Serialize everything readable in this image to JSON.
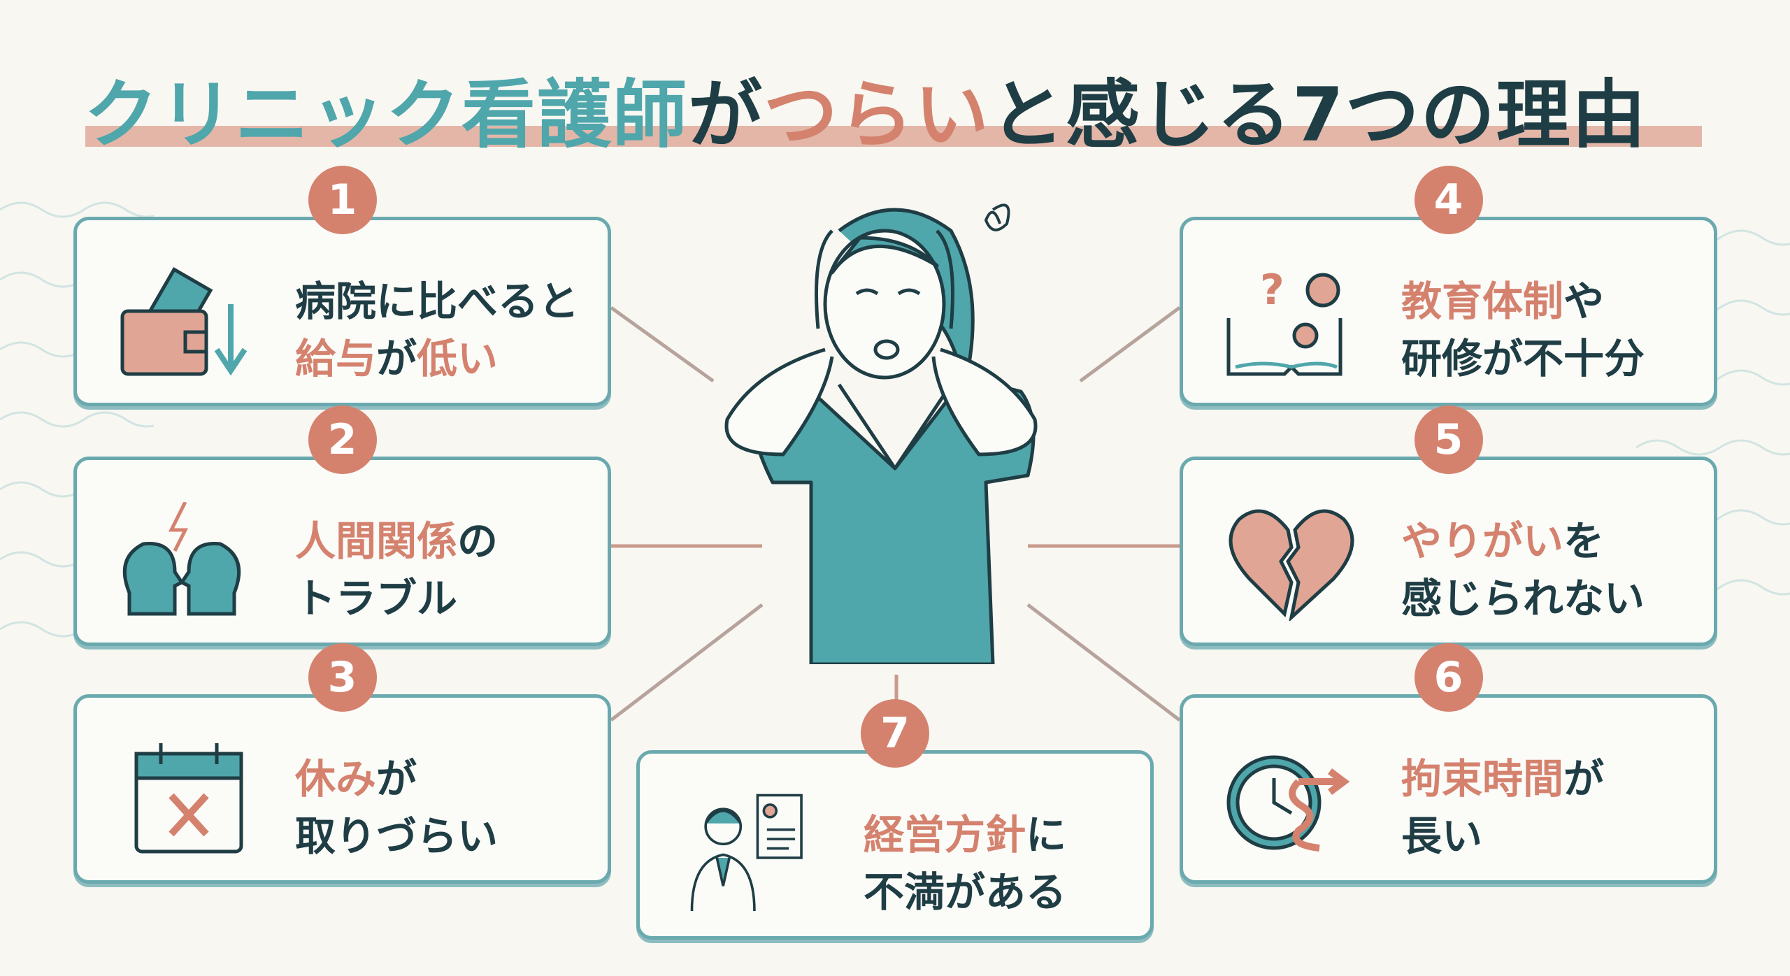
{
  "title": {
    "part1": "クリニック看護師",
    "part2": "が",
    "part3": "つらい",
    "part4": "と感じる7つの理由"
  },
  "reasons": [
    {
      "number": "1",
      "line1_plain": "病院に比べると",
      "line2_highlight": "給与",
      "line2_mid": "が",
      "line2_highlight2": "低い",
      "icon": "wallet-down-icon"
    },
    {
      "number": "2",
      "line1_highlight": "人間関係",
      "line1_plain": "の",
      "line2_plain": "トラブル",
      "icon": "conflict-heads-icon"
    },
    {
      "number": "3",
      "line1_highlight": "休み",
      "line1_plain": "が",
      "line2_plain": "取りづらい",
      "icon": "calendar-x-icon"
    },
    {
      "number": "4",
      "line1_highlight": "教育体制",
      "line1_plain": "や",
      "line2_plain": "研修が不十分",
      "icon": "book-gears-icon"
    },
    {
      "number": "5",
      "line1_highlight": "やりがい",
      "line1_plain": "を",
      "line2_plain": "感じられない",
      "icon": "broken-heart-icon"
    },
    {
      "number": "6",
      "line1_highlight": "拘束時間",
      "line1_plain": "が",
      "line2_plain": "長い",
      "icon": "clock-arrow-icon"
    },
    {
      "number": "7",
      "line1_highlight": "経営方針",
      "line1_plain": "に",
      "line2_plain": "不満がある",
      "icon": "doctor-document-icon"
    }
  ],
  "colors": {
    "teal": "#4fa6ab",
    "salmon": "#d4826e",
    "dark": "#1f3d44",
    "background": "#f8f7f2"
  }
}
